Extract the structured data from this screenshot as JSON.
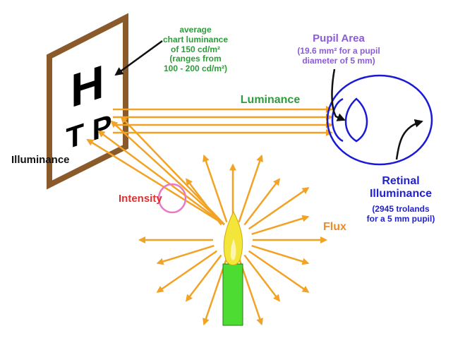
{
  "colors": {
    "frame": "#8b5a2b",
    "ray": "#f2a325",
    "eye": "#1a1ad6",
    "candle_body": "#4cdc32",
    "flame": "#f3e53a",
    "intensity_circle": "#e878c8",
    "text_green": "#2e9c3a",
    "text_purple": "#8a5cd8",
    "text_red": "#e03030",
    "text_orange": "#f08a24",
    "text_blue": "#2222cc",
    "text_black": "#111111"
  },
  "chart_letters": {
    "top": "H",
    "bottom": "T P"
  },
  "labels": {
    "average_luminance": "average\nchart luminance\nof 150 cd/m²\n(ranges from\n100 - 200 cd/m²)",
    "pupil_area_title": "Pupil Area",
    "pupil_area_detail": "(19.6 mm² for a pupil\ndiameter of 5 mm)",
    "luminance": "Luminance",
    "illuminance": "Illuminance",
    "intensity": "Intensity",
    "flux": "Flux",
    "retinal_title": "Retinal\nIlluminance",
    "retinal_detail": "(2945  trolands\nfor a 5 mm pupil)"
  }
}
